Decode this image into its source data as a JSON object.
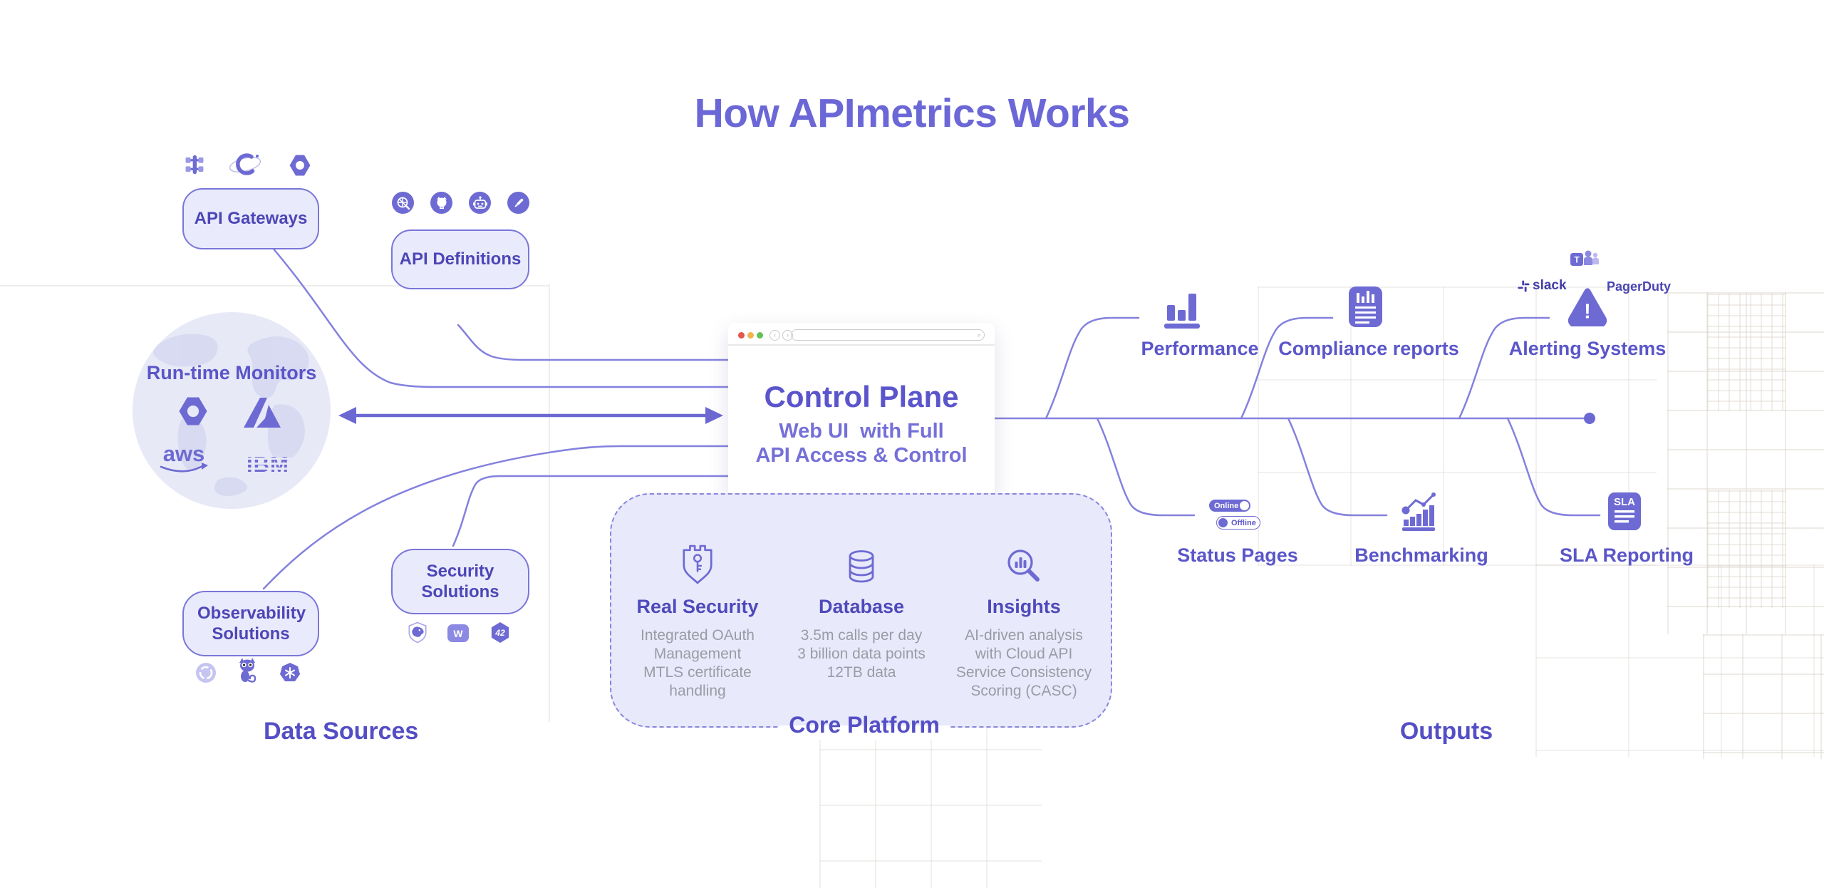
{
  "title": "How APImetrics Works",
  "sections": {
    "data_sources": "Data Sources",
    "core_platform": "Core Platform",
    "outputs": "Outputs"
  },
  "data_sources": {
    "api_gateways": {
      "label": "API Gateways",
      "icons": [
        "blocks-connector-icon",
        "orbit-c-icon",
        "hexagon-node-icon"
      ]
    },
    "api_definitions": {
      "label": "API Definitions",
      "icons": [
        "ship-wheel-icon",
        "github-icon",
        "robot-icon",
        "pen-icon"
      ]
    },
    "runtime_monitors": {
      "label": "Run-time Monitors",
      "aws_logo_text": "aws",
      "ibm_logo_text": "IBM",
      "icons": [
        "hexagon-link-icon",
        "azure-icon",
        "aws-logo",
        "ibm-logo"
      ]
    },
    "security_solutions": {
      "label": "Security Solutions",
      "wallarm_letter": "W",
      "crunch_number": "42",
      "icons": [
        "shield-dog-icon",
        "wallarm-icon",
        "42crunch-icon"
      ]
    },
    "observability_solutions": {
      "label": "Observability Solutions",
      "icons": [
        "ring-icon",
        "lemur-icon",
        "heptagon-flake-icon"
      ]
    }
  },
  "control_plane": {
    "title": "Control Plane",
    "subtitle_line1": "Web UI  with Full",
    "subtitle_line2": "API Access & Control"
  },
  "core_platform": {
    "items": [
      {
        "title": "Real Security",
        "icon": "shield-key-icon",
        "lines": [
          "Integrated OAuth",
          "Management",
          "MTLS certificate",
          "handling"
        ]
      },
      {
        "title": "Database",
        "icon": "database-icon",
        "lines": [
          "3.5m calls per day",
          "3 billion data points",
          "12TB data"
        ]
      },
      {
        "title": "Insights",
        "icon": "magnifier-chart-icon",
        "lines": [
          "AI-driven analysis",
          "with Cloud API",
          "Service Consistency",
          "Scoring (CASC)"
        ]
      }
    ]
  },
  "outputs": {
    "performance": {
      "label": "Performance",
      "icon": "bar-chart-icon"
    },
    "compliance": {
      "label": "Compliance reports",
      "icon": "report-document-icon"
    },
    "alerting": {
      "label": "Alerting Systems",
      "icon": "warning-triangle-icon",
      "exclamation": "!",
      "slack_text": "slack",
      "pagerduty_text": "PagerDuty",
      "teams_letter": "T"
    },
    "status_pages": {
      "label": "Status Pages",
      "online": "Online",
      "offline": "Offline"
    },
    "benchmarking": {
      "label": "Benchmarking",
      "icon": "benchmark-chart-icon"
    },
    "sla": {
      "label": "SLA Reporting",
      "badge": "SLA",
      "icon": "sla-document-icon"
    }
  },
  "colors": {
    "purple": "#6e6ad3",
    "purple_text": "#534dc0",
    "line": "#8481de",
    "box_fill": "#e9eafc",
    "panel_fill": "#e8e9fb",
    "gray_text": "#9b9ba5"
  }
}
